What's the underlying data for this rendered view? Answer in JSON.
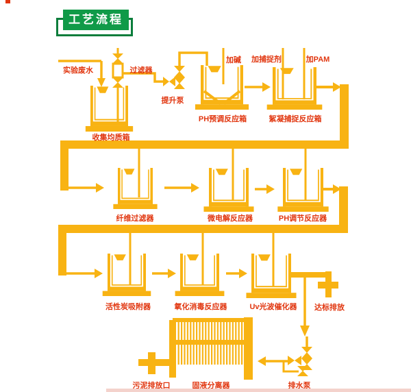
{
  "colors": {
    "pipe_yellow": "#F8B313",
    "label_red": "#E1360F",
    "badge_green": "#109A48",
    "badge_green_dark": "#0B7D3B",
    "bottom_strip_pink": "#F4D2CC"
  },
  "labels": {
    "badge": "工艺流程",
    "feed": "实验废水",
    "filter": "过滤器",
    "lift_pump": "提升泵",
    "collect_tank": "收集均质箱",
    "add_alkali": "加碱",
    "ph_pre_tank": "PH预调反应箱",
    "add_catcher": "加捕捉剂",
    "add_pam": "加PAM",
    "floc_tank": "絮凝捕捉反应箱",
    "fiber_filter": "纤维过滤器",
    "micro_electrolysis": "微电解反应器",
    "ph_adjust_tank": "PH调节反应器",
    "carbon_adsorber": "活性炭吸附器",
    "oxidation_reactor": "氧化消毒反应器",
    "uv_catalyzer": "Uv光波催化器",
    "discharge": "达标排放",
    "sludge_outlet": "污泥排放口",
    "separator": "固液分离器",
    "drain_pump": "排水泵"
  }
}
